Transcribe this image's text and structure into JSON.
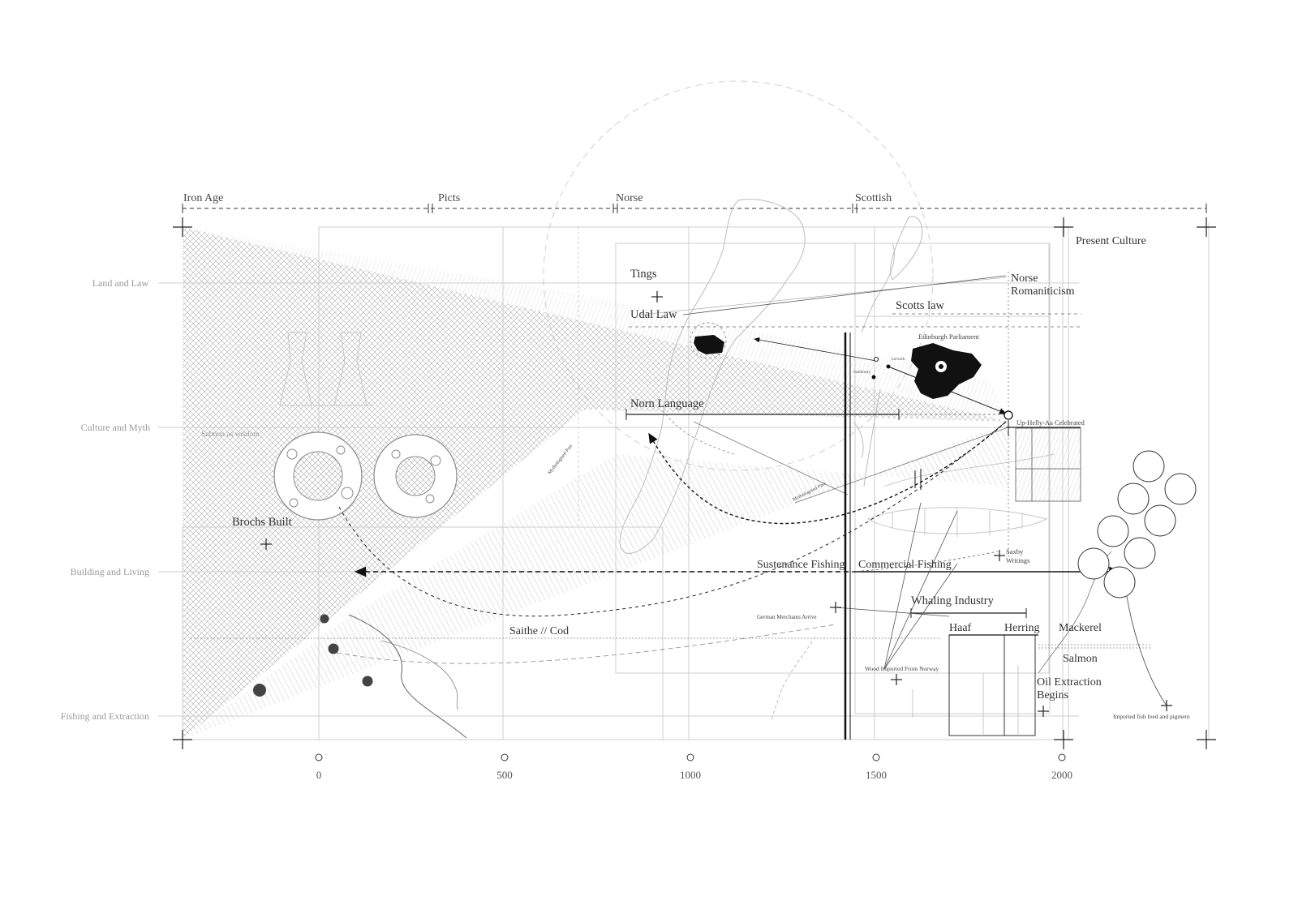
{
  "eras": [
    {
      "label": "Iron Age"
    },
    {
      "label": "Picts"
    },
    {
      "label": "Norse"
    },
    {
      "label": "Scottish"
    }
  ],
  "present_culture": "Present Culture",
  "categories": [
    {
      "label": "Land and Law"
    },
    {
      "label": "Culture and Myth"
    },
    {
      "label": "Building and Living"
    },
    {
      "label": "Fishing and Extraction"
    }
  ],
  "timeline": {
    "ticks": [
      "0",
      "500",
      "1000",
      "1500",
      "2000"
    ]
  },
  "events": {
    "tings": "Tings",
    "udal_law": "Udal Law",
    "norse_romanticism_1": "Norse",
    "norse_romanticism_2": "Romaniticism",
    "scotts_law": "Scotts law",
    "edinburgh_parliament": "Edinburgh Parliament",
    "norn_language": "Norn Language",
    "up_helly_aa": "Up-Helly-Aa Celebrated",
    "salmon_wisdom": "Salmon as wisdom",
    "mythological_past_1": "Mythologised Past",
    "mythological_past_2": "Mythologised Past",
    "brochs_built": "Brochs Built",
    "sustenance_fishing": "Sustenance Fishing",
    "commercial_fishing": "Commercial Fishing",
    "saxby_1": "Saxby",
    "saxby_2": "Writings",
    "whaling_industry": "Whaling Industry",
    "german_merchants": "German Merchants Arrive",
    "saithe_cod": "Saithe // Cod",
    "haaf": "Haaf",
    "herring": "Herring",
    "mackerel": "Mackerel",
    "salmon": "Salmon",
    "wood_imported": "Wood Imported From Norway",
    "oil_extraction_1": "Oil Extraction",
    "oil_extraction_2": "Begins",
    "imported_fish_feed": "Imported fish feed and pigment",
    "lerwick": "Lerwick",
    "scalloway": "Scalloway"
  },
  "colors": {
    "ink": "#111111",
    "grid": "#cfcfcf",
    "hatch": "#9a9a9a",
    "faint_text": "#9a9a9a"
  }
}
